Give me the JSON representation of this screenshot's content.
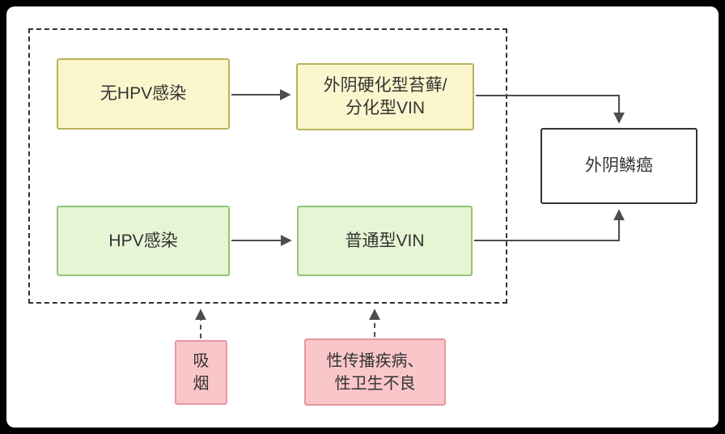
{
  "diagram": {
    "title": "vulvar-carcinoma-pathways-flowchart",
    "nodes": {
      "no_hpv": {
        "label": "无HPV感染",
        "fill": "#fbf6cd",
        "border": "#b9b35c"
      },
      "lichen_vin": {
        "label": "外阴硬化型苔藓/\n分化型VIN",
        "fill": "#fbf6cd",
        "border": "#b9b35c"
      },
      "vulvar_scc": {
        "label": "外阴鳞癌",
        "fill": "#ffffff",
        "border": "#333333"
      },
      "hpv": {
        "label": "HPV感染",
        "fill": "#e6f5d4",
        "border": "#94c471"
      },
      "usual_vin": {
        "label": "普通型VIN",
        "fill": "#e6f5d4",
        "border": "#94c471"
      },
      "smoking": {
        "label": "吸\n烟",
        "fill": "#f9c6ca",
        "border": "#e5989e"
      },
      "std_hygiene": {
        "label": "性传播疾病、\n性卫生不良",
        "fill": "#f9c6ca",
        "border": "#e5989e"
      }
    },
    "edges": [
      {
        "from": "no_hpv",
        "to": "lichen_vin",
        "style": "solid"
      },
      {
        "from": "lichen_vin",
        "to": "vulvar_scc",
        "style": "solid"
      },
      {
        "from": "hpv",
        "to": "usual_vin",
        "style": "solid"
      },
      {
        "from": "usual_vin",
        "to": "vulvar_scc",
        "style": "solid"
      },
      {
        "from": "smoking",
        "to": "dashed_boundary",
        "style": "dashed"
      },
      {
        "from": "std_hygiene",
        "to": "dashed_boundary",
        "style": "dashed"
      }
    ],
    "palette": {
      "background": "#000000",
      "panel": "#ffffff",
      "arrow": "#4d4d4d",
      "boundary_border": "#333333",
      "text": "#333333"
    }
  }
}
